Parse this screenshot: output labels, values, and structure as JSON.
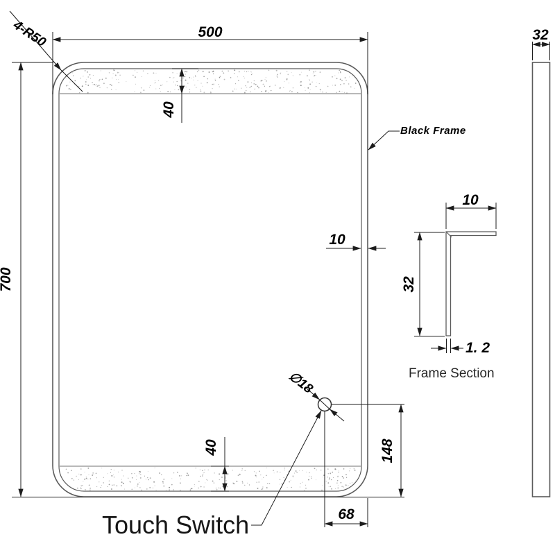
{
  "colors": {
    "frame": "#5a5a5a",
    "band": "#707070",
    "dim": "#1c1c1c",
    "stipple": "#8f8f8f"
  },
  "front_view": {
    "width": "500",
    "height": "700",
    "corner_radius": "4-R50",
    "top_band_height": "40",
    "bottom_band_height": "40",
    "frame_face_width": "10",
    "frame_label": "Black Frame",
    "switch_diameter": "∅18",
    "switch_from_bottom": "148",
    "switch_from_right": "68",
    "switch_label": "Touch Switch"
  },
  "side_view": {
    "depth": "32"
  },
  "frame_section": {
    "title": "Frame Section",
    "face_width": "10",
    "depth": "32",
    "thickness": "1. 2"
  }
}
